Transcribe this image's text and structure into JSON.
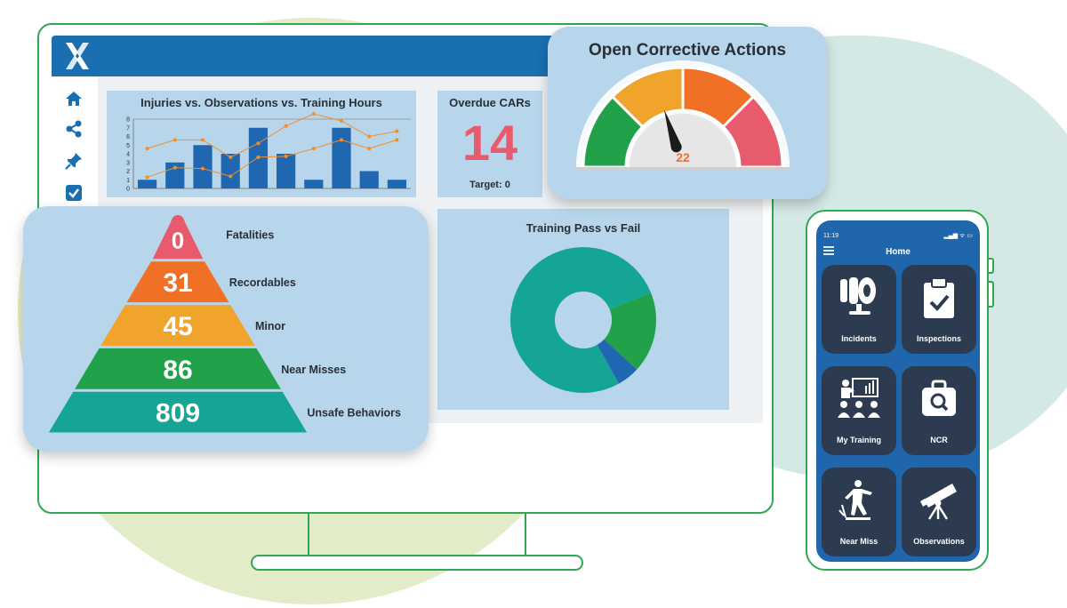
{
  "colors": {
    "accent_blue": "#1a6fb0",
    "card_blue": "#b7d6ec",
    "bar_blue": "#1f67b1",
    "line_orange": "#f28e2b",
    "red": "#e85b6c",
    "orange": "#f07026",
    "amber": "#f0a42b",
    "green": "#22a14b",
    "teal": "#14a595",
    "outline_green": "#2fa84f"
  },
  "sidebar": {
    "items": [
      {
        "icon": "home-icon"
      },
      {
        "icon": "share-icon"
      },
      {
        "icon": "pin-icon"
      },
      {
        "icon": "checkbox-icon"
      }
    ]
  },
  "combo_chart": {
    "title": "Injuries vs. Observations vs. Training Hours",
    "chart_data": {
      "type": "bar",
      "ylim": [
        0,
        8
      ],
      "yticks": [
        "0",
        "1",
        "2",
        "3",
        "4",
        "5",
        "6",
        "7",
        "8"
      ],
      "bar_values": [
        1,
        3,
        5,
        4,
        7,
        4,
        1,
        7,
        2,
        1
      ],
      "line_series_1": [
        4.6,
        5.6,
        5.6,
        3.6,
        5.2,
        7.2,
        8.6,
        7.8,
        6.0,
        6.6
      ],
      "line_series_2": [
        1.3,
        2.4,
        2.3,
        1.4,
        3.6,
        3.7,
        4.6,
        5.6,
        4.6,
        5.6
      ]
    }
  },
  "overdue_cars": {
    "title": "Overdue CARs",
    "value": "14",
    "target_label": "Target: 0"
  },
  "pass_fail": {
    "title": "Training Pass vs Fail",
    "chart_data": {
      "type": "pie",
      "slices": [
        {
          "value": 77,
          "color": "#14a595"
        },
        {
          "value": 18,
          "color": "#22a14b"
        },
        {
          "value": 5,
          "color": "#1f67b1"
        }
      ]
    }
  },
  "pyramid": {
    "levels": [
      {
        "value": "0",
        "label": "Fatalities",
        "color": "#e85b6c"
      },
      {
        "value": "31",
        "label": "Recordables",
        "color": "#f07026"
      },
      {
        "value": "45",
        "label": "Minor",
        "color": "#f0a42b"
      },
      {
        "value": "86",
        "label": "Near Misses",
        "color": "#22a14b"
      },
      {
        "value": "809",
        "label": "Unsafe Behaviors",
        "color": "#14a595"
      }
    ]
  },
  "gauge": {
    "title": "Open Corrective Actions",
    "value": "22",
    "needle_fraction": 0.4,
    "segments": [
      "#22a14b",
      "#f0a42b",
      "#f07026",
      "#e85b6c"
    ]
  },
  "phone": {
    "time": "11:19",
    "status": "▂▄▆ ᯤ ▭",
    "title": "Home",
    "tiles": [
      {
        "label": "Incidents",
        "icon": "incident-icon"
      },
      {
        "label": "Inspections",
        "icon": "clipboard-check-icon"
      },
      {
        "label": "My Training",
        "icon": "training-icon"
      },
      {
        "label": "NCR",
        "icon": "magnifier-case-icon"
      },
      {
        "label": "Near Miss",
        "icon": "near-miss-icon"
      },
      {
        "label": "Observations",
        "icon": "telescope-icon"
      }
    ]
  }
}
